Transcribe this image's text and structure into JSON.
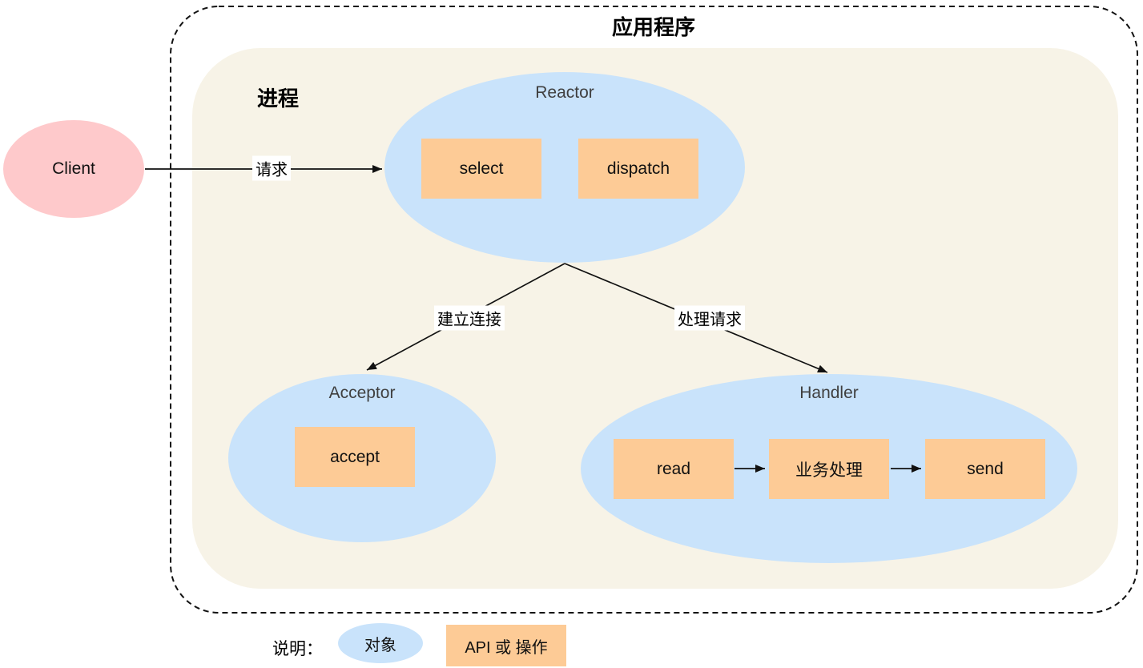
{
  "diagram": {
    "outer_container_label": "应用程序",
    "process_container_label": "进程",
    "client": {
      "label": "Client"
    },
    "reactor": {
      "label": "Reactor",
      "boxes": [
        "select",
        "dispatch"
      ]
    },
    "acceptor": {
      "label": "Acceptor",
      "boxes": [
        "accept"
      ]
    },
    "handler": {
      "label": "Handler",
      "boxes": [
        "read",
        "业务处理",
        "send"
      ]
    },
    "edges": {
      "request": "请求",
      "establish_connection": "建立连接",
      "handle_request": "处理请求"
    }
  },
  "legend": {
    "title": "说明：",
    "object_label": "对象",
    "api_label": "API 或 操作"
  },
  "colors": {
    "object_fill": "#c9e3fb",
    "api_fill": "#fdcb96",
    "client_fill": "#fec9cb",
    "process_fill": "#f7f3e7",
    "node_title_text": "#3f3f3f",
    "line": "#111111"
  }
}
